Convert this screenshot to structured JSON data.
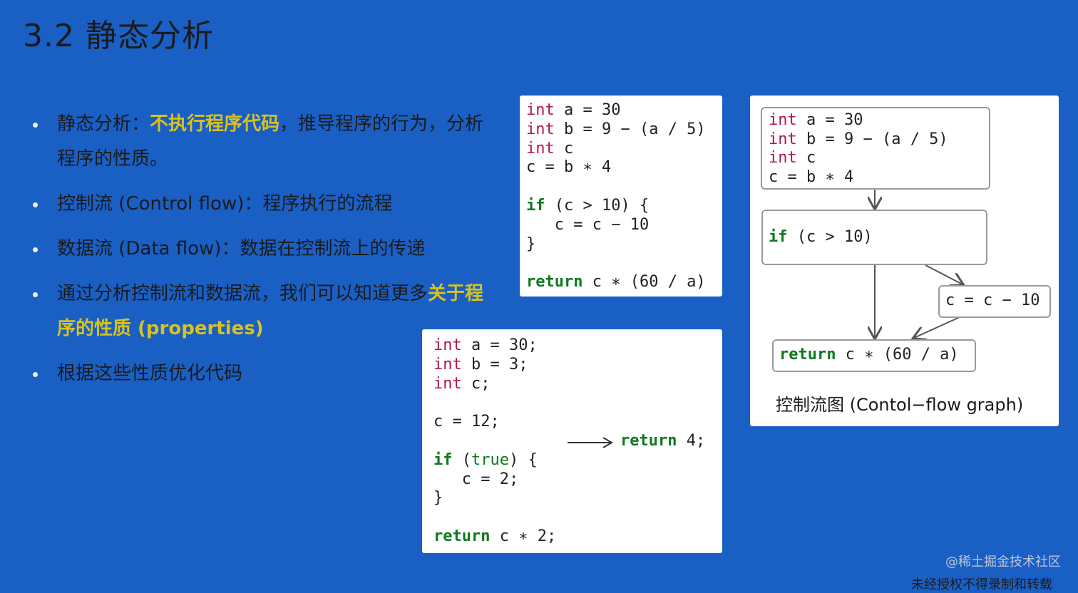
{
  "title": "3.2 静态分析",
  "bullets": {
    "b1_prefix": "静态分析：",
    "b1_highlight": "不执行程序代码",
    "b1_rest": "，推导程序的行为，分析程序的性质。",
    "b2": "控制流 (Control flow)：程序执行的流程",
    "b3": "数据流 (Data flow)：数据在控制流上的传递",
    "b4_prefix": "通过分析控制流和数据流，我们可以知道更多",
    "b4_highlight": "关于程序的性质 (properties)",
    "b5": "根据这些性质优化代码"
  },
  "code1": {
    "l1_kw": "int",
    "l1_rest": " a = 30",
    "l2_kw": "int",
    "l2_rest": " b = 9 − (a / 5)",
    "l3_kw": "int",
    "l3_rest": " c",
    "l4": "c = b ∗ 4",
    "l5_kw": "if",
    "l5_rest": " (c > 10) {",
    "l6": "   c = c − 10",
    "l7": "}",
    "l8_kw": "return",
    "l8_rest": " c ∗ (60 / a)"
  },
  "code2": {
    "l1_kw": "int",
    "l1_rest": " a = 30;",
    "l2_kw": "int",
    "l2_rest": " b = 3;",
    "l3_kw": "int",
    "l3_rest": " c;",
    "l4": "c = 12;",
    "l5_kw": "if",
    "l5_mid": " (",
    "l5_lit": "true",
    "l5_rest": ") {",
    "l6": "   c = 2;",
    "l7": "}",
    "l8_kw": "return",
    "l8_rest": " c ∗ 2;",
    "result_kw": "return",
    "result_rest": " 4;"
  },
  "cfg": {
    "n1_l1_kw": "int",
    "n1_l1_rest": " a = 30",
    "n1_l2_kw": "int",
    "n1_l2_rest": " b = 9 − (a / 5)",
    "n1_l3_kw": "int",
    "n1_l3_rest": " c",
    "n1_l4": "c = b ∗ 4",
    "n2_kw": "if",
    "n2_rest": " (c > 10)",
    "n3": "c = c − 10",
    "n4_kw": "return",
    "n4_rest": " c ∗ (60 / a)",
    "caption": "控制流图 (Contol−flow graph)"
  },
  "site_watermark": "@稀土掘金技术社区",
  "bottom_text": "未经授权不得录制和转载"
}
